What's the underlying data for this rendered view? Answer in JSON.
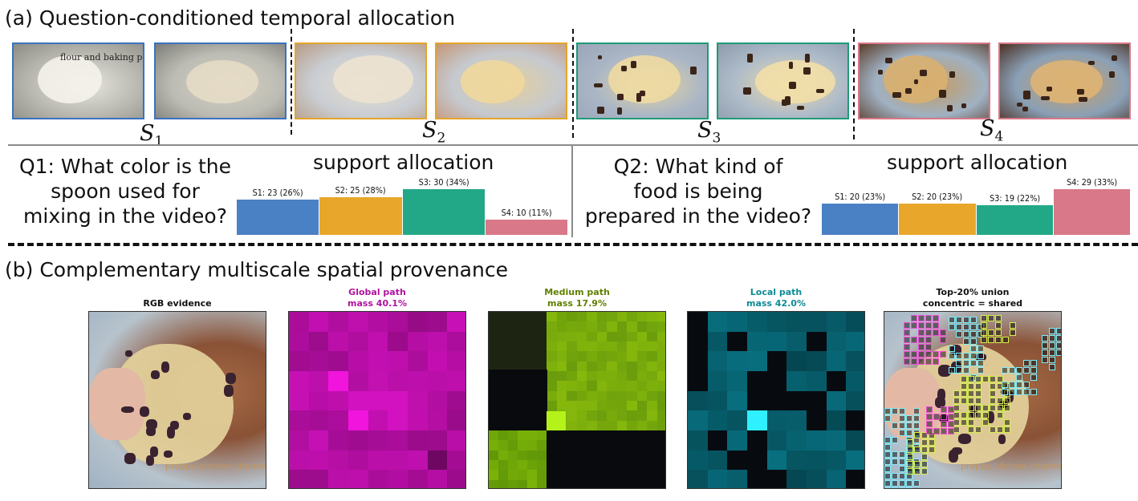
{
  "part_a": {
    "title": "(a) Question-conditioned temporal allocation",
    "segments": [
      {
        "id": "S1",
        "symbol": "S",
        "index": "1",
        "color": "#3a72c0"
      },
      {
        "id": "S2",
        "symbol": "S",
        "index": "2",
        "color": "#e3a52c"
      },
      {
        "id": "S3",
        "symbol": "S",
        "index": "3",
        "color": "#1f9a78"
      },
      {
        "id": "S4",
        "symbol": "S",
        "index": "4",
        "color": "#d87888"
      }
    ],
    "frame_overlay_text": "flour and baking powder",
    "questions": [
      {
        "text": "Q1: What color is the spoon used for mixing in the video?",
        "lines": [
          "Q1: What color is the",
          "spoon used for",
          "mixing in the video?"
        ],
        "support_title": "support allocation"
      },
      {
        "text": "Q2: What kind of food is being prepared in the video?",
        "lines": [
          "Q2: What kind of",
          "food is being",
          "prepared in the video?"
        ],
        "support_title": "support allocation"
      }
    ]
  },
  "part_b": {
    "title": "(b) Complementary multiscale spatial provenance",
    "panels": [
      {
        "title_lines": [
          "RGB evidence"
        ],
        "color": "#111111"
      },
      {
        "title_lines": [
          "Global path",
          "mass 40.1%"
        ],
        "color": "#b0139f"
      },
      {
        "title_lines": [
          "Medium path",
          "mass 17.9%"
        ],
        "color": "#5f7f00"
      },
      {
        "title_lines": [
          "Local path",
          "mass 42.0%"
        ],
        "color": "#0d8a95"
      },
      {
        "title_lines": [
          "Top-20% union",
          "concentric = shared"
        ],
        "color": "#111111"
      }
    ],
    "watermark": "preppy kitchen channel"
  },
  "chart_data": [
    {
      "type": "bar",
      "title": "support allocation",
      "categories": [
        "S1",
        "S2",
        "S3",
        "S4"
      ],
      "values": [
        23,
        25,
        30,
        10
      ],
      "labels": [
        "S1: 23 (26%)",
        "S2: 25 (28%)",
        "S3: 30 (34%)",
        "S4: 10 (11%)"
      ],
      "colors": [
        "#4a80c4",
        "#e8a62a",
        "#22a886",
        "#d97888"
      ],
      "ylim": [
        0,
        30
      ]
    },
    {
      "type": "bar",
      "title": "support allocation",
      "categories": [
        "S1",
        "S2",
        "S3",
        "S4"
      ],
      "values": [
        20,
        20,
        19,
        29
      ],
      "labels": [
        "S1: 20 (23%)",
        "S2: 20 (23%)",
        "S3: 19 (22%)",
        "S4: 29 (33%)"
      ],
      "colors": [
        "#4a80c4",
        "#e8a62a",
        "#22a886",
        "#d97888"
      ],
      "ylim": [
        0,
        29
      ]
    }
  ]
}
